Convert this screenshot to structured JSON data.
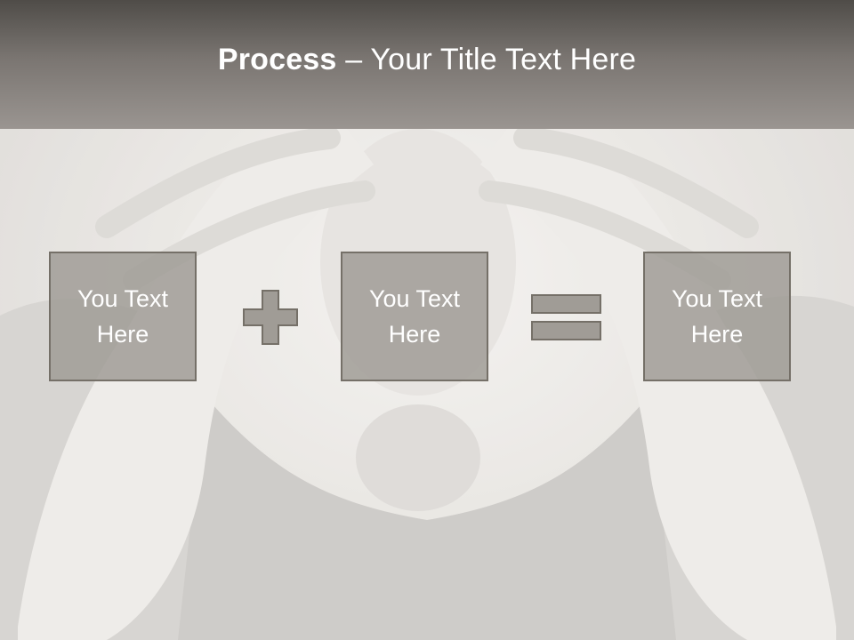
{
  "slide": {
    "title": {
      "bold": "Process",
      "separator": "–",
      "rest": "Your Title Text Here"
    },
    "boxes": [
      {
        "text": "You Text Here"
      },
      {
        "text": "You Text Here"
      },
      {
        "text": "You Text Here"
      }
    ],
    "operators": [
      "plus",
      "equals"
    ]
  },
  "colors": {
    "title_bar_top": "#4f4c48",
    "title_bar_bottom": "#9a9591",
    "box_fill": "#a09c96",
    "box_border": "#757068",
    "text": "#ffffff"
  },
  "icons": {
    "plus": "plus-icon",
    "equals": "equals-icon"
  }
}
